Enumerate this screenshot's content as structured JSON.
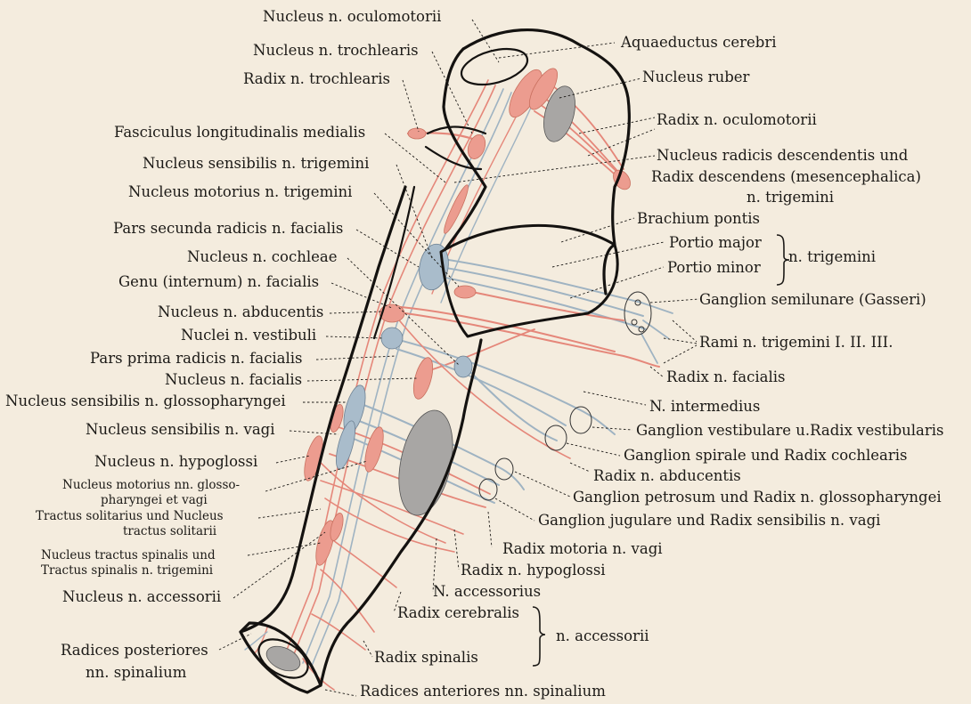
{
  "labels": {
    "nucleus_n_oculomotorii": "Nucleus n. oculomotorii",
    "nucleus_n_trochlearis": "Nucleus n. trochlearis",
    "radix_n_trochlearis": "Radix n. trochlearis",
    "fasciculus_longitudinalis_medialis": "Fasciculus longitudinalis medialis",
    "nucleus_sensibilis_n_trigemini": "Nucleus sensibilis n. trigemini",
    "nucleus_motorius_n_trigemini": "Nucleus motorius n. trigemini",
    "pars_secunda_radicis_n_facialis": "Pars secunda radicis n. facialis",
    "nucleus_n_cochleae": "Nucleus n. cochleae",
    "genu_internum_n_facialis": "Genu (internum) n. facialis",
    "nucleus_n_abducentis": "Nucleus n. abducentis",
    "nuclei_n_vestibuli": "Nuclei n. vestibuli",
    "pars_prima_radicis_n_facialis": "Pars prima radicis n. facialis",
    "nucleus_n_facialis": "Nucleus n. facialis",
    "nucleus_sensibilis_n_glossopharyngei": "Nucleus sensibilis n. glossopharyngei",
    "nucleus_sensibilis_n_vagi": "Nucleus sensibilis n. vagi",
    "nucleus_n_hypoglossi": "Nucleus n. hypoglossi",
    "nucleus_motorius_glosso_line1": "Nucleus motorius nn. glosso-",
    "nucleus_motorius_glosso_line2": "pharyngei et vagi",
    "tractus_solitarius_line1": "Tractus solitarius und Nucleus",
    "tractus_solitarius_line2": "tractus solitarii",
    "nucleus_tractus_spinalis_line1": "Nucleus tractus spinalis und",
    "nucleus_tractus_spinalis_line2": "Tractus spinalis n. trigemini",
    "nucleus_n_accessorii": "Nucleus n. accessorii",
    "radices_posteriores_line1": "Radices posteriores",
    "radices_posteriores_line2": "nn. spinalium",
    "radices_anteriores": "Radices anteriores nn. spinalium",
    "aquaeductus_cerebri": "Aquaeductus cerebri",
    "nucleus_ruber": "Nucleus ruber",
    "radix_n_oculomotorii": "Radix n. oculomotorii",
    "nucleus_radicis_line1": "Nucleus  radicis descendentis  und",
    "nucleus_radicis_line2": "Radix descendens (mesencephalica)",
    "nucleus_radicis_line3": "n. trigemini",
    "brachium_pontis": "Brachium pontis",
    "portio_major": "Portio major",
    "portio_minor": "Portio minor",
    "n_trigemini": "n. trigemini",
    "ganglion_semilunare": "Ganglion semilunare (Gasseri)",
    "rami_n_trigemini": "Rami n. trigemini I. II. III.",
    "radix_n_facialis": "Radix n. facialis",
    "n_intermedius": "N. intermedius",
    "ganglion_vestibulare": "Ganglion vestibulare u.Radix vestibularis",
    "ganglion_spirale": "Ganglion spirale und Radix cochlearis",
    "radix_n_abducentis": "Radix n. abducentis",
    "ganglion_petrosum": "Ganglion petrosum und Radix n. glossopharyngei",
    "ganglion_jugulare": "Ganglion jugulare und Radix sensibilis n. vagi",
    "radix_motoria_n_vagi": "Radix motoria n. vagi",
    "radix_n_hypoglossi": "Radix n. hypoglossi",
    "n_accessorius": "N. accessorius",
    "radix_cerebralis": "Radix cerebralis",
    "radix_spinalis": "Radix spinalis",
    "n_accessorii": "n. accessorii"
  },
  "colors": {
    "background": "#f4ecde",
    "outline": "#141210",
    "motor_red": "#e5877a",
    "sensory_blue": "#9fb3c2",
    "nucleus_gray": "#a8a6a4"
  }
}
